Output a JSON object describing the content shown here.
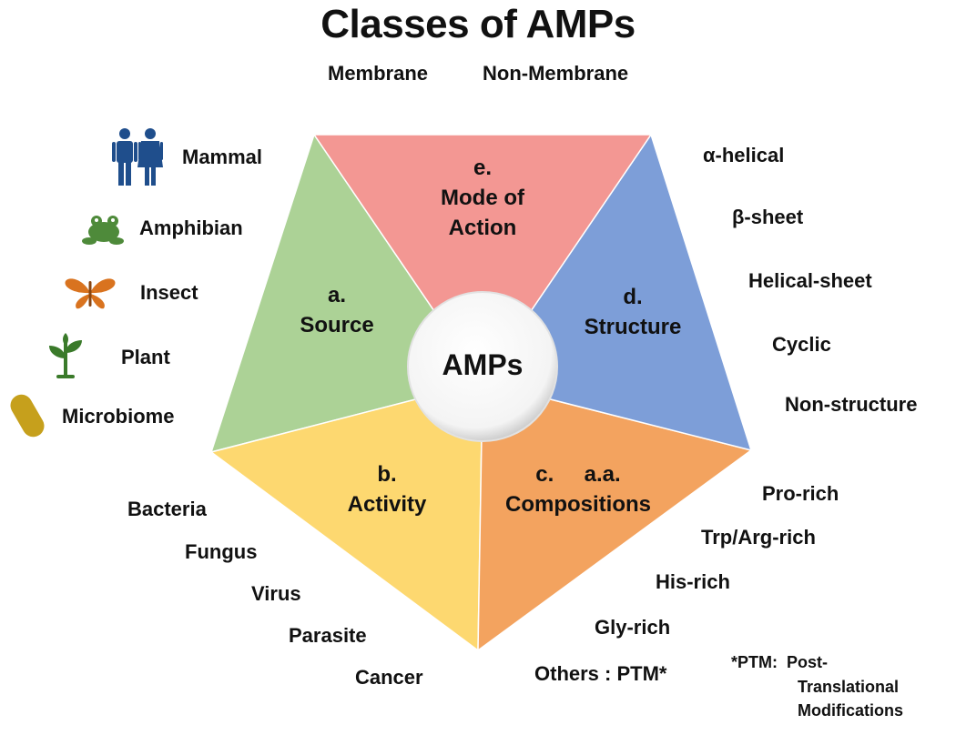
{
  "title": "Classes of AMPs",
  "center": "AMPs",
  "colors": {
    "source": "#acd296",
    "activity": "#fdd870",
    "compositions": "#f3a35f",
    "structure": "#7d9ed8",
    "mode": "#f39793",
    "center_fill": "#ffffff"
  },
  "segments": {
    "source": {
      "letter": "a.",
      "name": "Source"
    },
    "activity": {
      "letter": "b.",
      "name": "Activity"
    },
    "compositions": {
      "letter": "c.     a.a.",
      "name": "Compositions"
    },
    "structure": {
      "letter": "d.",
      "name": "Structure"
    },
    "mode": {
      "letter": "e.",
      "line1": "Mode of",
      "line2": "Action"
    }
  },
  "mode_items": [
    "Membrane",
    "Non-Membrane"
  ],
  "source_items": [
    {
      "label": "Mammal",
      "icon": "people-icon",
      "color": "#1f4e8c"
    },
    {
      "label": "Amphibian",
      "icon": "frog-icon",
      "color": "#4e8a3a"
    },
    {
      "label": "Insect",
      "icon": "butterfly-icon",
      "color": "#d9731f"
    },
    {
      "label": "Plant",
      "icon": "plant-icon",
      "color": "#3a7a2a"
    },
    {
      "label": "Microbiome",
      "icon": "capsule-icon",
      "color": "#c6a01c"
    }
  ],
  "activity_items": [
    "Bacteria",
    "Fungus",
    "Virus",
    "Parasite",
    "Cancer"
  ],
  "composition_items": [
    "Pro-rich",
    "Trp/Arg-rich",
    "His-rich",
    "Gly-rich",
    "Others : PTM*"
  ],
  "structure_items": [
    "α-helical",
    "β-sheet",
    "Helical-sheet",
    "Cyclic",
    "Non-structure"
  ],
  "footnote": {
    "line1": "*PTM:  Post-",
    "line2": "Translational",
    "line3": "Modifications"
  }
}
